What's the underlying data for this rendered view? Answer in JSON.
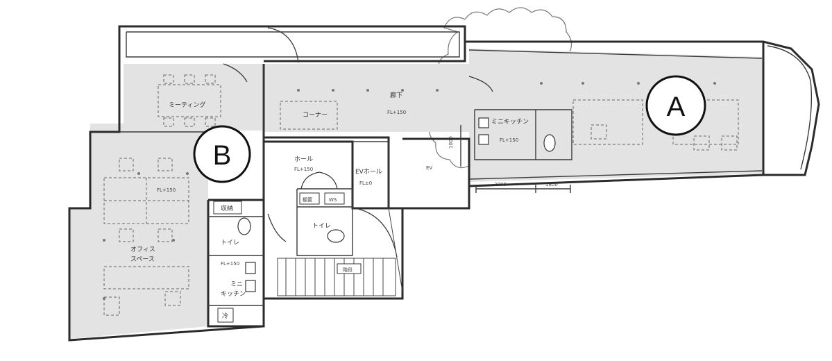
{
  "markers": {
    "a": "A",
    "b": "B"
  },
  "rooms": {
    "meeting_jp": "ミーティング",
    "corridor": "廊下",
    "corridor_fl": "FL+150",
    "coffee_corner": "コーナー",
    "mini_kitchen_a": "ミニキッチン",
    "hall": "ホール",
    "hall_fl": "FL+150",
    "ev_hall": "EVホール",
    "ev_hall_fl": "FL±0",
    "ev": "EV",
    "office_fl": "FL+150",
    "office_space_1": "オフィス",
    "office_space_2": "スペース",
    "toilet_b": "トイレ",
    "toilet_hall": "トイレ",
    "storage": "収納",
    "mini_kitchen_b1": "ミニ",
    "mini_kitchen_b2": "キッチン",
    "mini_kitchen_b_fl": "FL+150",
    "fridge": "冷",
    "kitchen_fl": "FL+150",
    "stair_label": "階段",
    "shelf_1": "棚置",
    "shelf_2": "WS"
  },
  "dimensions": {
    "dim_1": "2800",
    "dim_2": "1800",
    "dim_v": "1000"
  }
}
